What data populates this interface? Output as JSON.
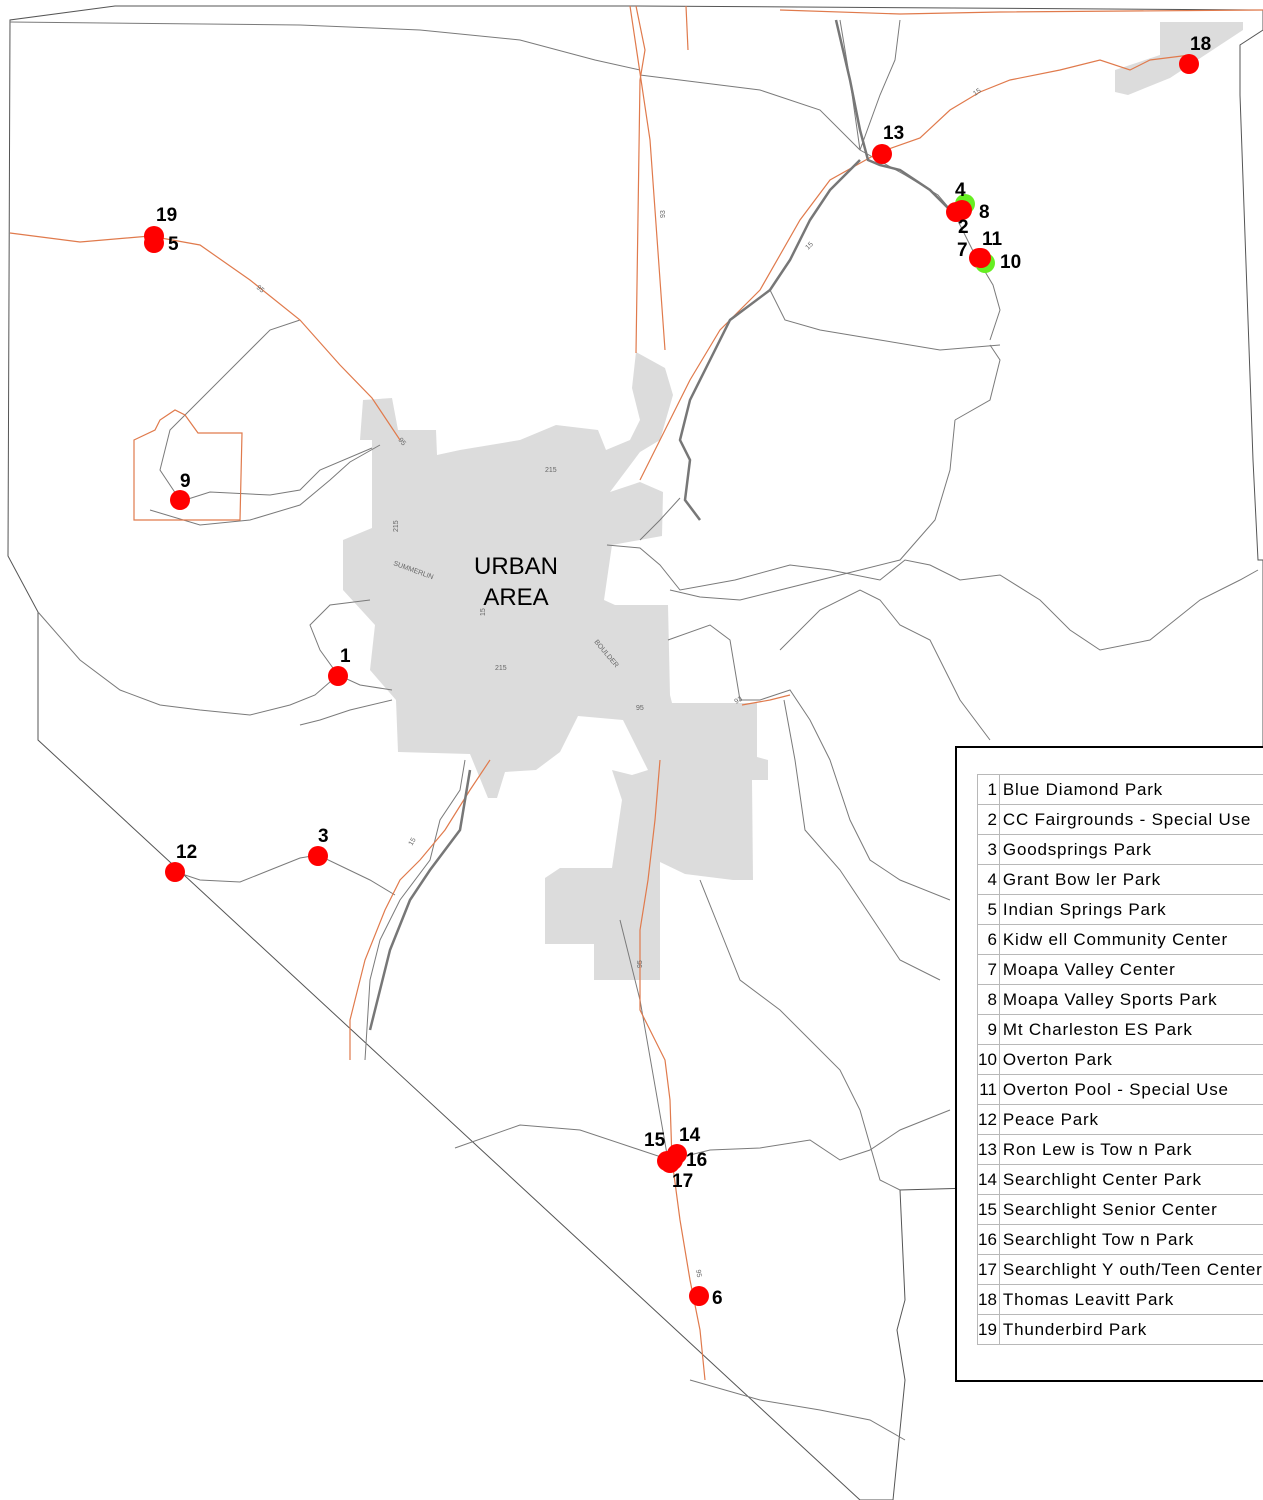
{
  "map": {
    "urban_label": [
      "URBAN",
      "AREA"
    ],
    "road_labels": [
      "15",
      "93",
      "15",
      "95",
      "95",
      "215",
      "215",
      "SUMMERLIN",
      "15",
      "215",
      "BOULDER",
      "95",
      "93",
      "15",
      "95",
      "95"
    ],
    "colors": {
      "park_marker": "#ff0000",
      "special_marker": "#66ee22",
      "urban_fill": "#dcdcdc",
      "highway": "#e07a4c",
      "road": "#7a7a7a",
      "boundary": "#555555"
    },
    "markers": [
      {
        "label": "1"
      },
      {
        "label": "3"
      },
      {
        "label": "12"
      },
      {
        "label": "9"
      },
      {
        "label": "19"
      },
      {
        "label": "5"
      },
      {
        "label": "13"
      },
      {
        "label": "18"
      },
      {
        "label": "4"
      },
      {
        "label": "8"
      },
      {
        "label": "2"
      },
      {
        "label": "7"
      },
      {
        "label": "11"
      },
      {
        "label": "10"
      },
      {
        "label": "14"
      },
      {
        "label": "15"
      },
      {
        "label": "16"
      },
      {
        "label": "17"
      },
      {
        "label": "6"
      }
    ]
  },
  "legend": {
    "items": [
      {
        "num": "1",
        "name": "Blue Diamond Park"
      },
      {
        "num": "2",
        "name": "CC Fairgrounds - Special Use"
      },
      {
        "num": "3",
        "name": "Goodsprings Park"
      },
      {
        "num": "4",
        "name": "Grant Bow ler Park"
      },
      {
        "num": "5",
        "name": "Indian Springs Park"
      },
      {
        "num": "6",
        "name": "Kidw ell Community Center"
      },
      {
        "num": "7",
        "name": "Moapa Valley Center"
      },
      {
        "num": "8",
        "name": "Moapa Valley Sports Park"
      },
      {
        "num": "9",
        "name": "Mt Charleston ES Park"
      },
      {
        "num": "10",
        "name": "Overton Park"
      },
      {
        "num": "11",
        "name": "Overton Pool - Special Use"
      },
      {
        "num": "12",
        "name": "Peace Park"
      },
      {
        "num": "13",
        "name": "Ron Lew is Tow n Park"
      },
      {
        "num": "14",
        "name": "Searchlight Center Park"
      },
      {
        "num": "15",
        "name": "Searchlight Senior Center"
      },
      {
        "num": "16",
        "name": "Searchlight Tow n Park"
      },
      {
        "num": "17",
        "name": "Searchlight Y outh/Teen Center"
      },
      {
        "num": "18",
        "name": "Thomas Leavitt Park"
      },
      {
        "num": "19",
        "name": "Thunderbird Park"
      }
    ]
  }
}
